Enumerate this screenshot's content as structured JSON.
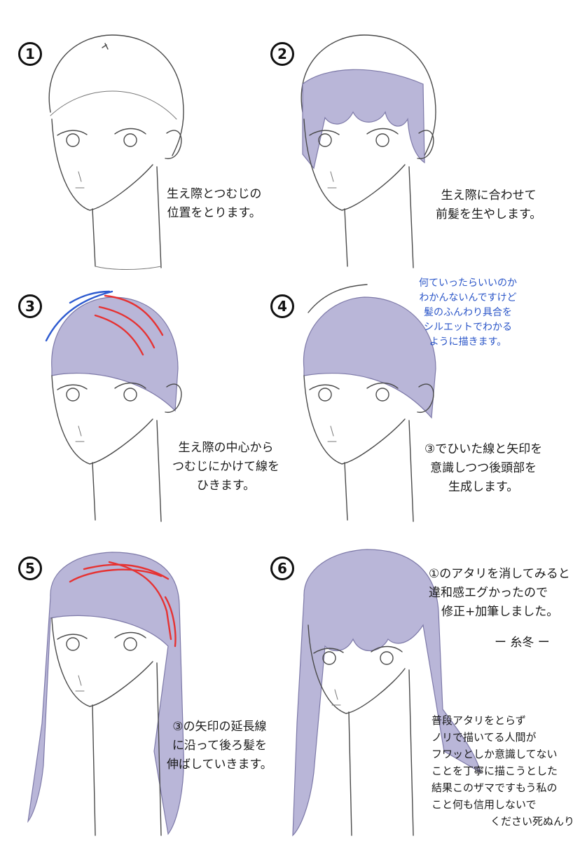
{
  "colors": {
    "hair_fill": "#b9b6d8",
    "arrow_red": "#e63232",
    "note_blue": "#2a55c8",
    "line": "#4a4a4a"
  },
  "panels": [
    {
      "step": "1",
      "lines": [
        "生え際とつむじの",
        "位置をとります。"
      ]
    },
    {
      "step": "2",
      "lines": [
        "生え際に合わせて",
        "前髪を生やします。"
      ]
    },
    {
      "step": "3",
      "lines": [
        "生え際の中心から",
        "つむじにかけて線を",
        "ひきます。"
      ]
    },
    {
      "step": "4",
      "lines": [
        "③でひいた線と矢印を",
        "意識しつつ後頭部を",
        "生成します。"
      ],
      "side_note": [
        "何ていったらいいのか",
        "わかんないんですけど",
        "髪のふんわり具合を",
        "シルエットでわかる",
        "ように描きます。"
      ]
    },
    {
      "step": "5",
      "lines": [
        "③の矢印の延長線",
        "に沿って後ろ髪を",
        "伸ばしていきます。"
      ]
    },
    {
      "step": "6",
      "lines": [
        "①のアタリを消してみると",
        "違和感エグかったので",
        "修正+加筆しました。"
      ],
      "end_mark": "ー 糸冬 ー",
      "footer": [
        "普段アタリをとらず",
        "ノリで描いてる人間が",
        "フワッとしか意識してない",
        "ことを丁寧に描こうとした",
        "結果このザマですもう私の",
        "こと何も信用しないで",
        "ください死ぬんり"
      ]
    }
  ]
}
